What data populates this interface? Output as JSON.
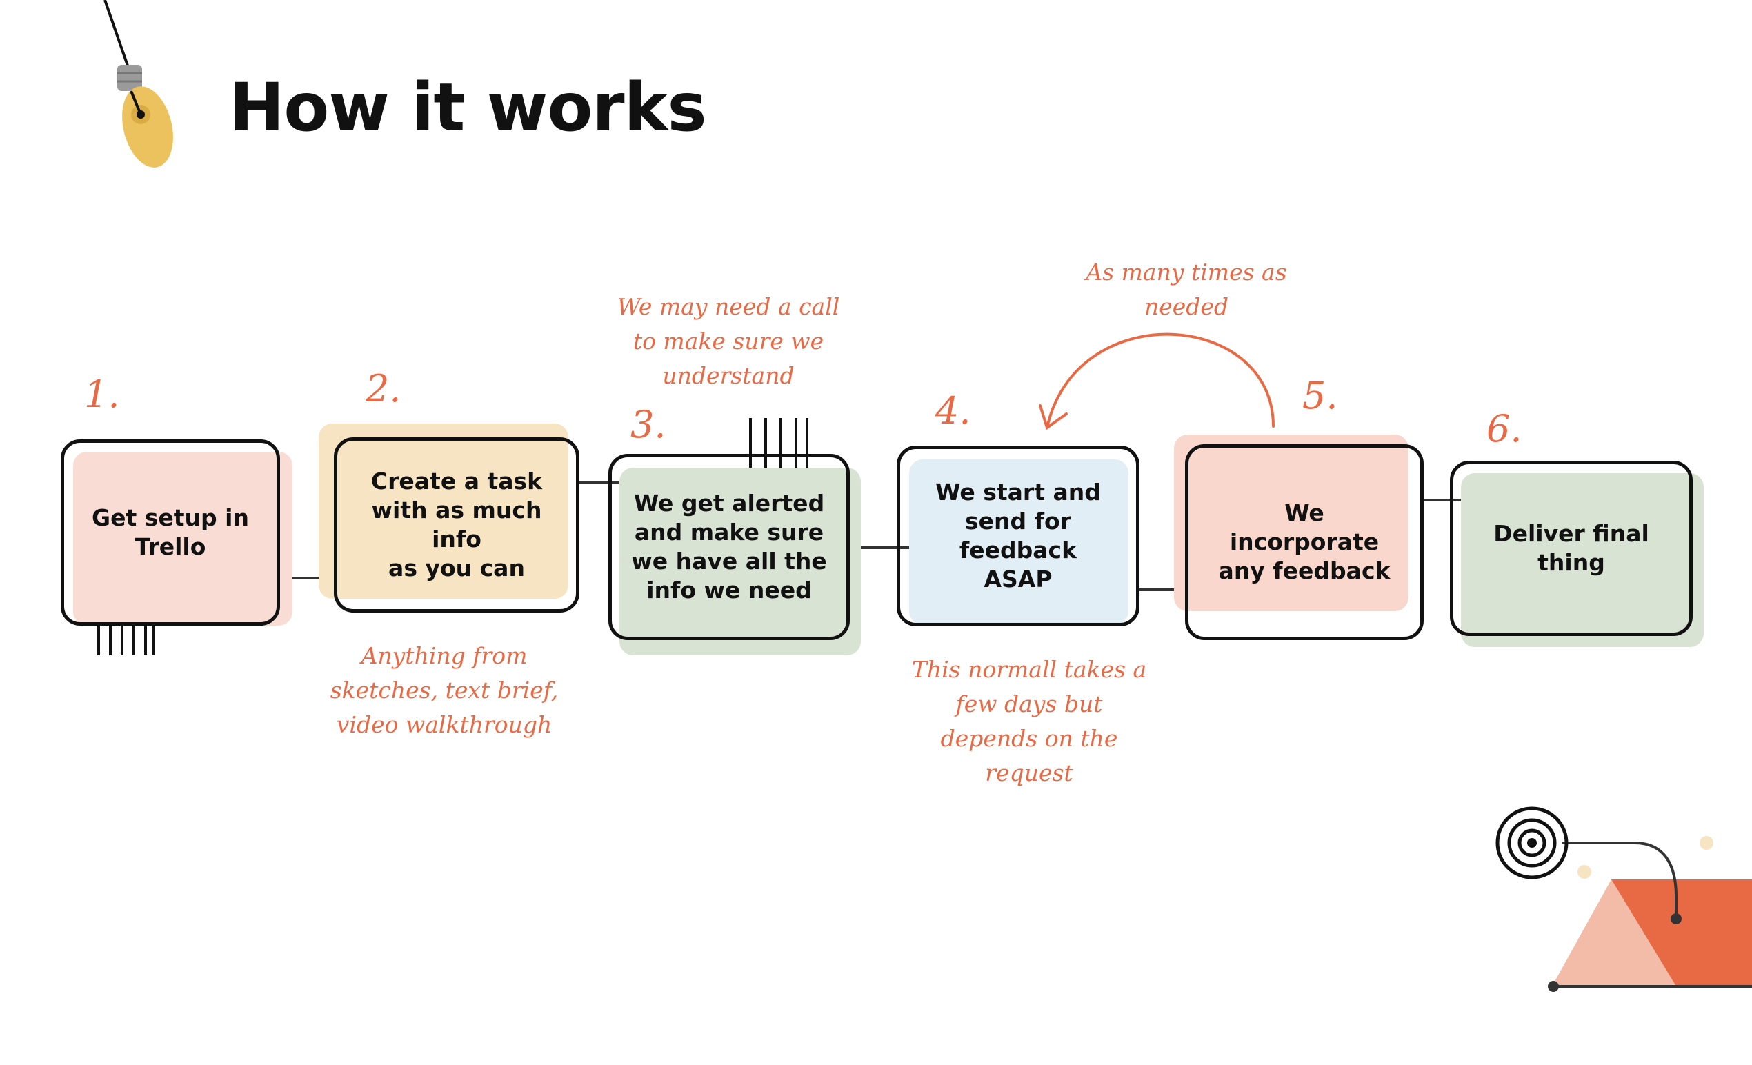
{
  "title": "How it works",
  "steps": [
    {
      "number": "1.",
      "text": "Get setup in\nTrello",
      "bg_color": "#F9DCD4"
    },
    {
      "number": "2.",
      "text": "Create a task\nwith as much info\nas you can",
      "bg_color": "#F7E4C2"
    },
    {
      "number": "3.",
      "text": "We get alerted\nand make sure\nwe have all the\ninfo we need",
      "bg_color": "#D8E3D3"
    },
    {
      "number": "4.",
      "text": "We start and\nsend for\nfeedback\nASAP",
      "bg_color": "#E2EEF5"
    },
    {
      "number": "5.",
      "text": "We\nincorporate\nany feedback",
      "bg_color": "#F9D7CC"
    },
    {
      "number": "6.",
      "text": "Deliver final\nthing",
      "bg_color": "#D8E3D3"
    }
  ],
  "notes": {
    "step2": "Anything from\nsketches, text brief,\nvideo walkthrough",
    "step3": "We may need a call\nto make sure we\nunderstand",
    "step4": "This normall takes a\nfew days but\ndepends on the\nrequest",
    "loop": "As many times as\nneeded"
  },
  "colors": {
    "accent": "#E86A45",
    "outline": "#111111",
    "bulb": "#EBC25D",
    "triangle_light": "#F3BCA8",
    "triangle_dark": "#E86A45"
  },
  "icons": [
    "lightbulb-icon",
    "target-icon"
  ]
}
